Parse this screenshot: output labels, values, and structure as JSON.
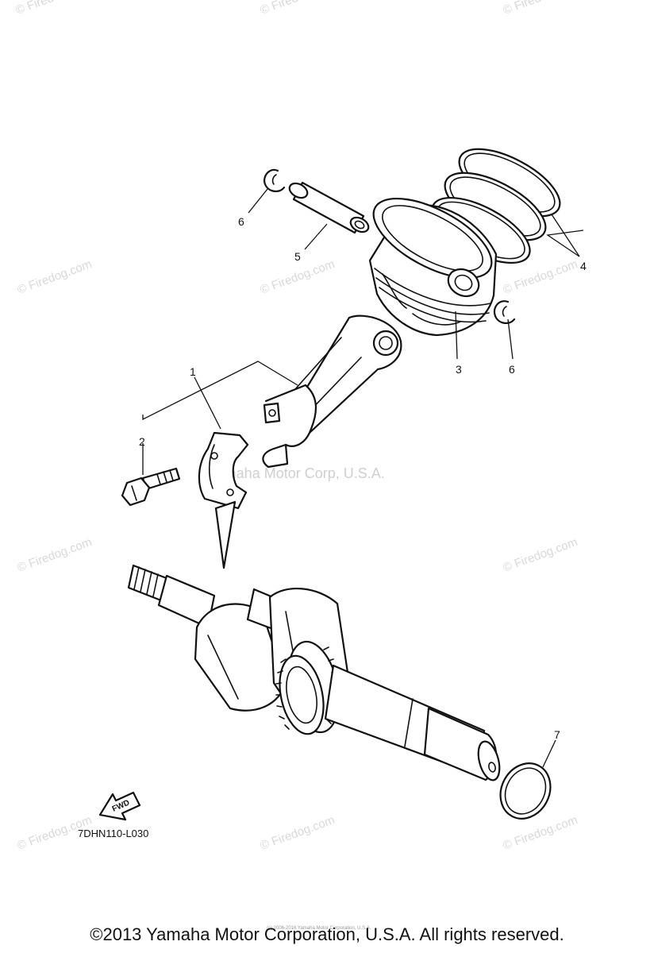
{
  "callouts": {
    "c1": "1",
    "c2": "2",
    "c3": "3",
    "c4": "4",
    "c5": "5",
    "c6a": "6",
    "c6b": "6",
    "c7": "7"
  },
  "watermark_text": "© Firedog.com",
  "corp_watermark": "Yamaha Motor Corp, U.S.A.",
  "diagram_code": "7DHN110-L030",
  "fwd_label": "FWD",
  "small_print": "(c) 2006-2016 Yamaha Motor Corporation, U.S.A.",
  "footer": "©2013 Yamaha Motor Corporation, U.S.A. All rights reserved."
}
